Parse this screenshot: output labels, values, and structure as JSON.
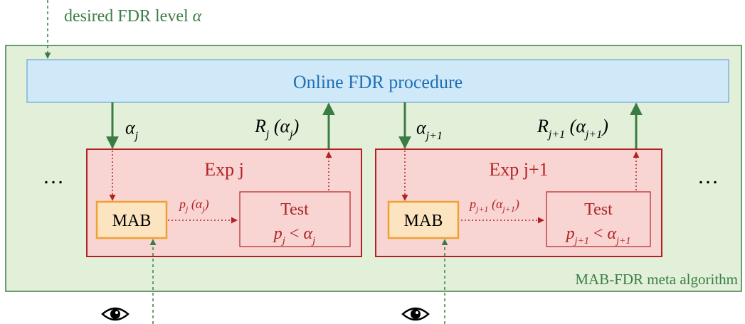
{
  "input": {
    "label": "desired FDR level",
    "symbol": "α"
  },
  "online_procedure": {
    "label": "Online FDR procedure"
  },
  "meta_algorithm": {
    "label": "MAB-FDR meta algorithm"
  },
  "ellipsis": "…",
  "observation_icon": "eye-icon",
  "experiments": [
    {
      "title": "Exp j",
      "alpha_in": {
        "base": "α",
        "sub": "j"
      },
      "result_out": {
        "base": "R",
        "sub": "j",
        "arg_base": "α",
        "arg_sub": "j"
      },
      "mab_label": "MAB",
      "p_value": {
        "base": "p",
        "sub": "j",
        "arg_base": "α",
        "arg_sub": "j"
      },
      "test": {
        "title": "Test",
        "lhs_base": "p",
        "lhs_sub": "j",
        "op": "<",
        "rhs_base": "α",
        "rhs_sub": "j"
      }
    },
    {
      "title": "Exp j+1",
      "alpha_in": {
        "base": "α",
        "sub": "j+1"
      },
      "result_out": {
        "base": "R",
        "sub": "j+1",
        "arg_base": "α",
        "arg_sub": "j+1"
      },
      "mab_label": "MAB",
      "p_value": {
        "base": "p",
        "sub": "j+1",
        "arg_base": "α",
        "arg_sub": "j+1"
      },
      "test": {
        "title": "Test",
        "lhs_base": "p",
        "lhs_sub": "j+1",
        "op": "<",
        "rhs_base": "α",
        "rhs_sub": "j+1"
      }
    }
  ],
  "colors": {
    "green_dark": "#3a7d44",
    "green_fill": "#e2f0d9",
    "blue_fill": "#cfe9f8",
    "blue_stroke": "#7fb2d8",
    "blue_text": "#1f6fb5",
    "red_stroke": "#b22222",
    "red_fill": "#f8d5d3",
    "red_text": "#b22222",
    "orange_stroke": "#f0a030",
    "orange_fill": "#fde4c0"
  }
}
